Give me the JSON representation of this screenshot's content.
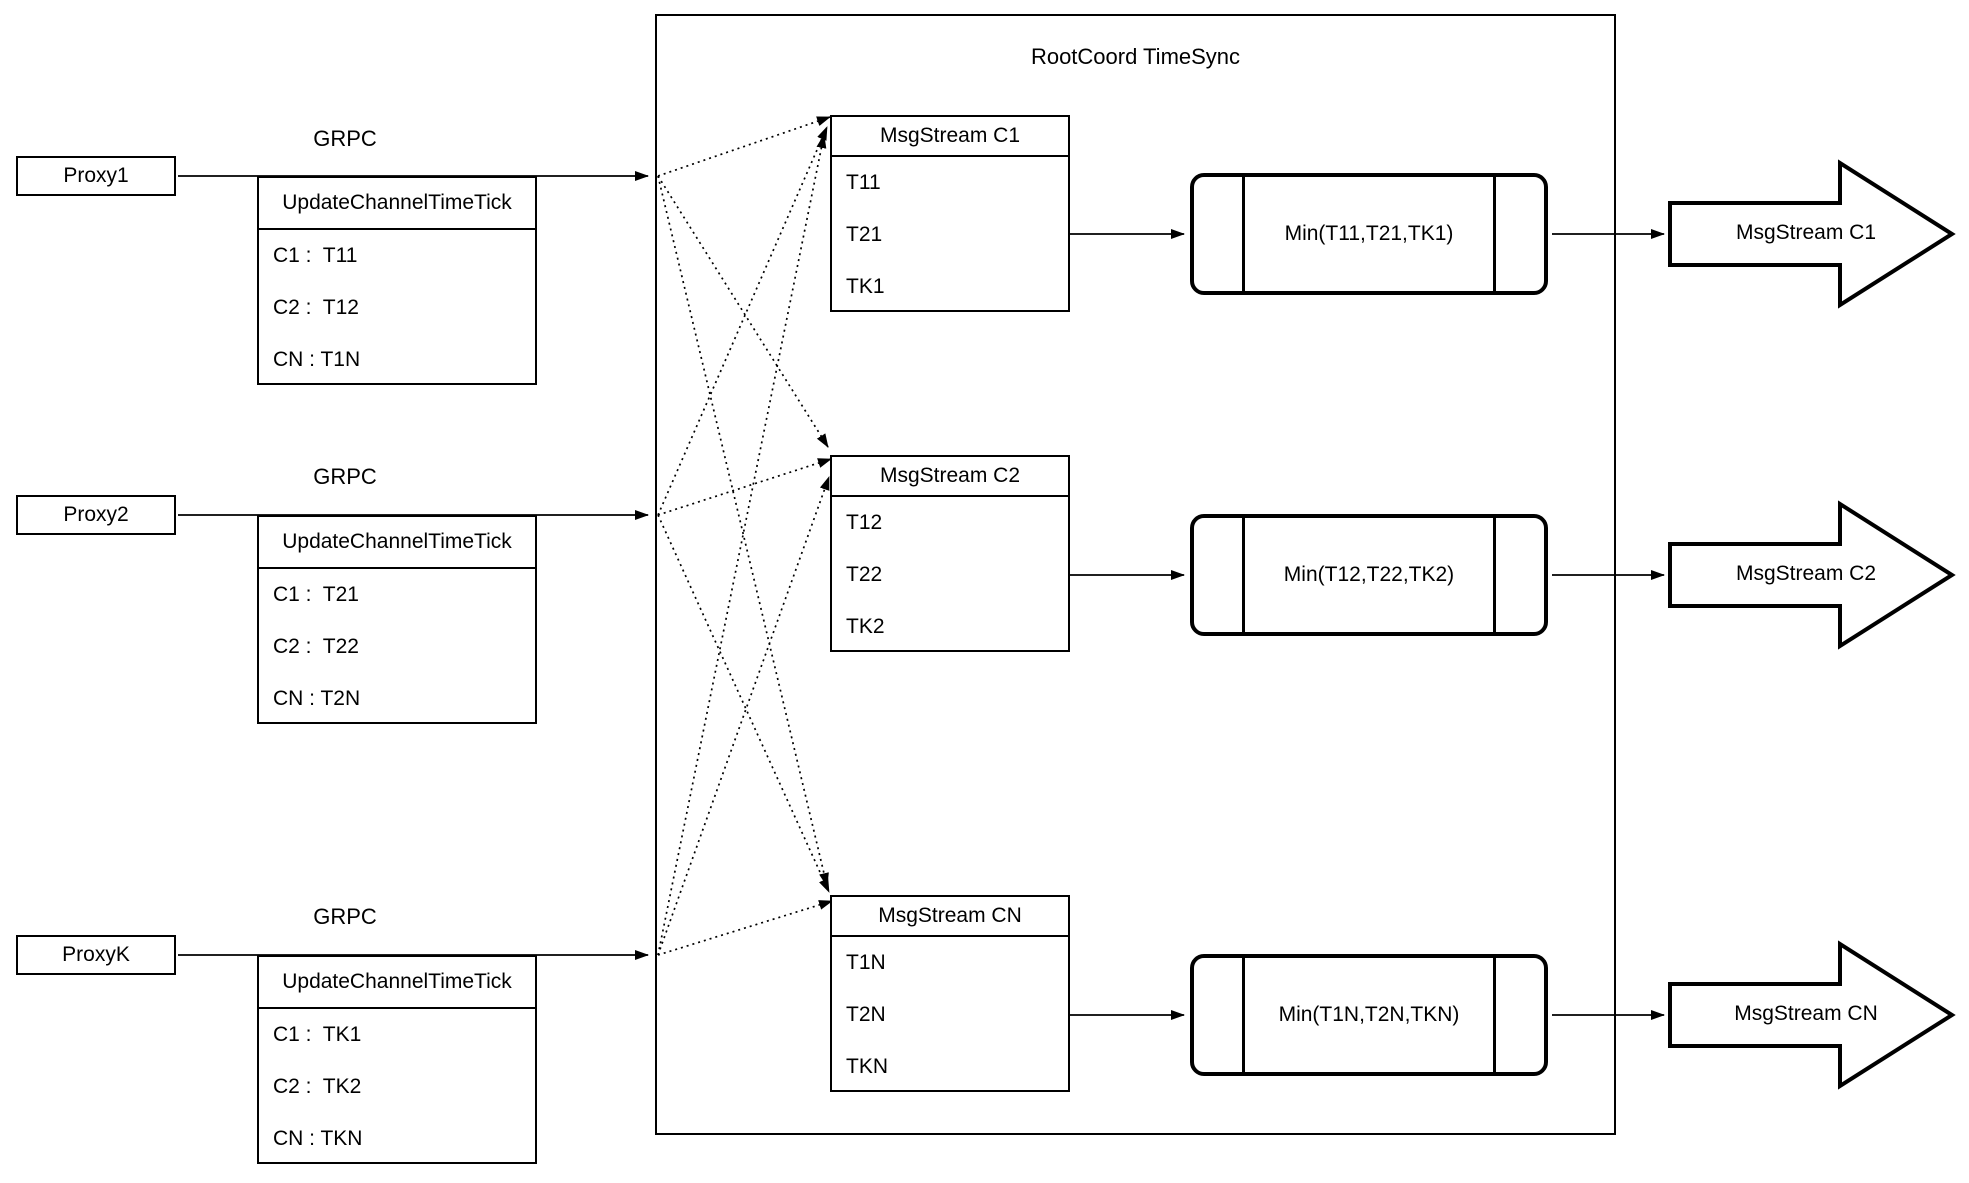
{
  "diagram": {
    "title": "RootCoord TimeSync"
  },
  "proxies": [
    {
      "name": "Proxy1",
      "protocol": "GRPC",
      "table": {
        "header": "UpdateChannelTimeTick",
        "rows": [
          "C1 :  T11",
          "C2 :  T12",
          "CN : T1N"
        ]
      }
    },
    {
      "name": "Proxy2",
      "protocol": "GRPC",
      "table": {
        "header": "UpdateChannelTimeTick",
        "rows": [
          "C1 :  T21",
          "C2 :  T22",
          "CN : T2N"
        ]
      }
    },
    {
      "name": "ProxyK",
      "protocol": "GRPC",
      "table": {
        "header": "UpdateChannelTimeTick",
        "rows": [
          "C1 :  TK1",
          "C2 :  TK2",
          "CN : TKN"
        ]
      }
    }
  ],
  "streams": [
    {
      "header": "MsgStream C1",
      "rows": [
        "T11",
        "T21",
        "TK1"
      ],
      "min_label": "Min(T11,T21,TK1)",
      "output_label": "MsgStream C1"
    },
    {
      "header": "MsgStream C2",
      "rows": [
        "T12",
        "T22",
        "TK2"
      ],
      "min_label": "Min(T12,T22,TK2)",
      "output_label": "MsgStream C2"
    },
    {
      "header": "MsgStream CN",
      "rows": [
        "T1N",
        "T2N",
        "TKN"
      ],
      "min_label": "Min(T1N,T2N,TKN)",
      "output_label": "MsgStream CN"
    }
  ],
  "colors": {
    "line": "#000000",
    "background": "#ffffff"
  }
}
